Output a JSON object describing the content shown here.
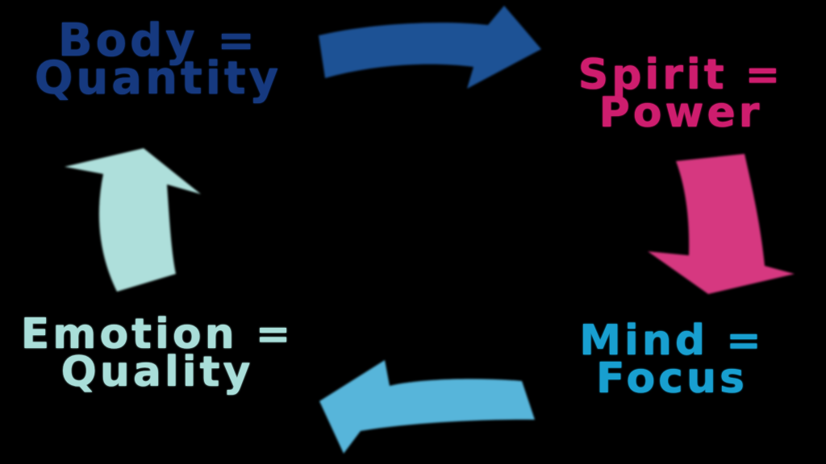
{
  "diagram": {
    "background": "#000000",
    "labels": {
      "body": {
        "line1": "Body =",
        "line2": "Quantity",
        "color": "#16397f"
      },
      "spirit": {
        "line1": "Spirit =",
        "line2": "Power",
        "color": "#ce1d6e"
      },
      "mind": {
        "line1": "Mind =",
        "line2": "Focus",
        "color": "#189fd0"
      },
      "emotion": {
        "line1": "Emotion =",
        "line2": "Quality",
        "color": "#a9ded9"
      }
    },
    "arrows": {
      "body_to_spirit": {
        "direction": "right",
        "color": "#1d5295"
      },
      "spirit_to_mind": {
        "direction": "down",
        "color": "#d63880"
      },
      "mind_to_emotion": {
        "direction": "left",
        "color": "#57b5da"
      },
      "emotion_to_body": {
        "direction": "up",
        "color": "#aedfdb"
      }
    }
  }
}
